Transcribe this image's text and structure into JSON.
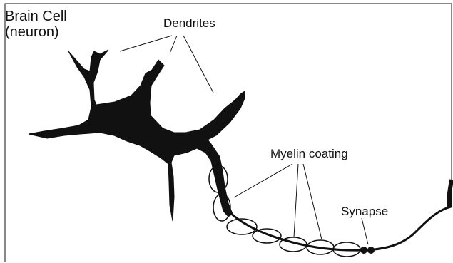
{
  "title": {
    "line1": "Brain Cell",
    "line2": "(neuron)"
  },
  "labels": {
    "dendrites": "Dendrites",
    "myelin": "Myelin coating",
    "synapse": "Synapse"
  },
  "colors": {
    "ink": "#111111",
    "background": "#ffffff"
  }
}
